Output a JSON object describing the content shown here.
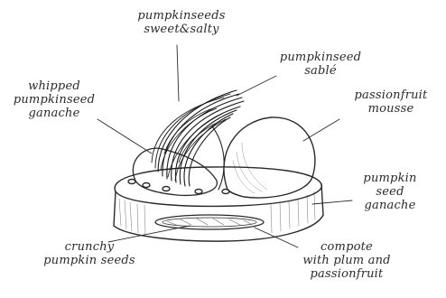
{
  "labels": {
    "pumpkin_seeds_sweet_salty": "pumpkinseeds\nsweet&salty",
    "pumpkin_seed_sable": "pumpkinseed\nsablé",
    "whipped_ganache": "whipped\npumpkinseed\nganache",
    "passionfruit_mousse": "passionfruit\nmousse",
    "pumpkin_seed_ganache": "pumpkin\nseed\nganache",
    "crunchy_pumpkin_seeds": "crunchy\npumpkin seeds",
    "compote": "compote\nwith plum and\npassionfruit"
  },
  "colors": {
    "ink": "#2a2a2a",
    "paper": "#ffffff",
    "shading": "#1a1a1a"
  }
}
